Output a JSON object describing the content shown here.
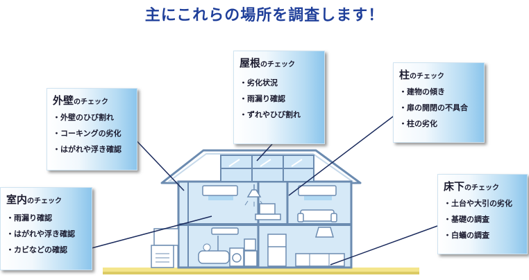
{
  "title": "主にこれらの場所を調査します！",
  "checks": {
    "suffix": "のチェック",
    "roof": {
      "label": "屋根",
      "items": [
        "劣化状況",
        "雨漏り確認",
        "ずれやひび割れ"
      ]
    },
    "wall": {
      "label": "外壁",
      "items": [
        "外壁のひび割れ",
        "コーキングの劣化",
        "はがれや浮き確認"
      ]
    },
    "pillar": {
      "label": "柱",
      "items": [
        "建物の傾き",
        "扉の開閉の不具合",
        "柱の劣化"
      ]
    },
    "interior": {
      "label": "室内",
      "items": [
        "雨漏り確認",
        "はがれや浮き確認",
        "カビなどの確認"
      ]
    },
    "underfloor": {
      "label": "床下",
      "items": [
        "土台や大引の劣化",
        "基礎の調査",
        "白蟻の調査"
      ]
    }
  },
  "colors": {
    "title": "#1f3f9a",
    "house_outline": "#6b8bb0",
    "house_fill": "#d6e9f7",
    "roof_stripe": "#a9c4e0",
    "line": "#1a2a5c",
    "ground": "#f4e58c"
  }
}
